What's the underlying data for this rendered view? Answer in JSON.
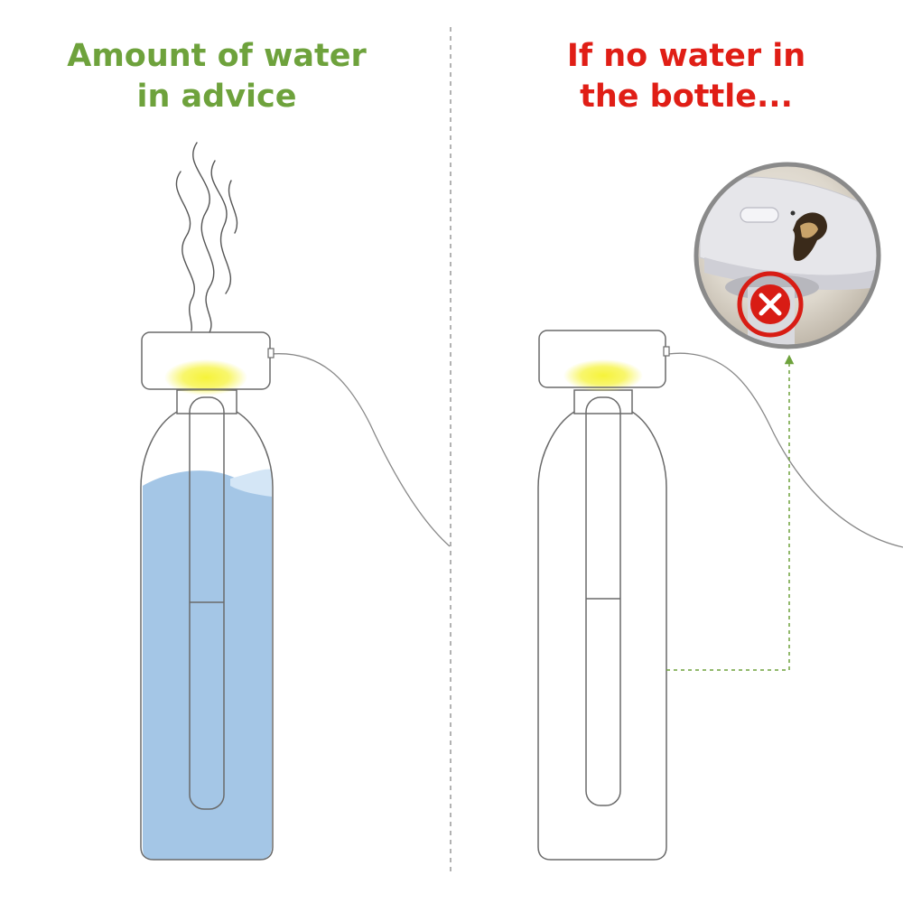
{
  "colors": {
    "left_heading": "#6ea23c",
    "right_heading": "#e01e16",
    "water": "#a4c6e6",
    "water_highlight": "#d4e6f6",
    "outline": "#6a6a6a",
    "led_glow": "#f2ef3a",
    "arrow": "#6ea23c",
    "warning_circle": "#d81c14"
  },
  "left_panel": {
    "heading_line1": "Amount of water",
    "heading_line2": "in advice"
  },
  "right_panel": {
    "heading_line1": "If no water in",
    "heading_line2": "the bottle..."
  },
  "icons": {
    "steam": "steam-wisps-icon",
    "damage_photo": "burnt-device-photo",
    "prohibited": "no-x-icon"
  }
}
